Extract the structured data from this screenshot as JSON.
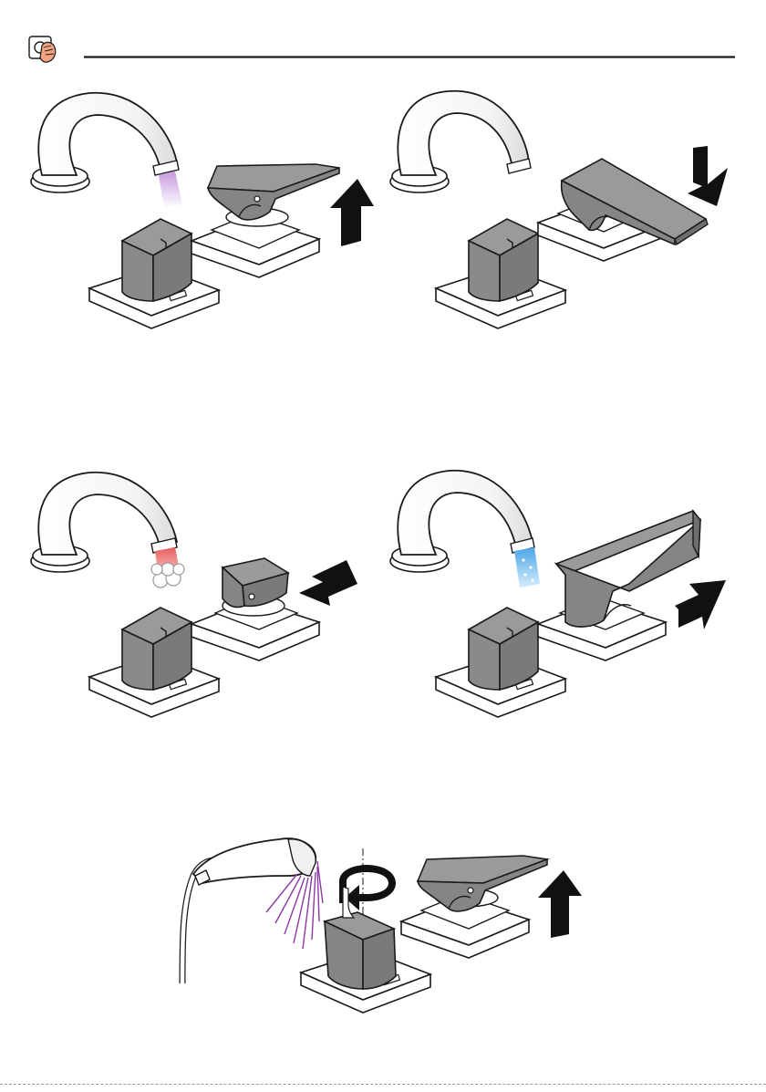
{
  "header": {
    "icon": "hand-operating-icon",
    "rule_color": "#1a1a1a"
  },
  "colors": {
    "lever": "#8a8a8a",
    "handle": "#7e7e7e",
    "outline": "#1a1a1a",
    "arrow": "#111111",
    "spout": "#ffffff",
    "mixed_water": "#b57ad6",
    "hot_water": "#e85c5c",
    "cold_water": "#4aa6e8",
    "shower_spray": "#8e3aa6"
  },
  "panels": [
    {
      "id": "mixed-flow",
      "lever": "raised",
      "water": "mixed",
      "arrow": "up"
    },
    {
      "id": "closed",
      "lever": "lowered",
      "water": "none",
      "arrow": "down"
    },
    {
      "id": "hot-flow",
      "lever": "rotated-left",
      "water": "hot",
      "arrow": "left"
    },
    {
      "id": "cold-flow",
      "lever": "rotated-right",
      "water": "cold",
      "arrow": "right"
    },
    {
      "id": "shower-diverter",
      "lever": "raised",
      "water": "shower",
      "arrow": "up",
      "rotation": "diverter-turn"
    }
  ]
}
